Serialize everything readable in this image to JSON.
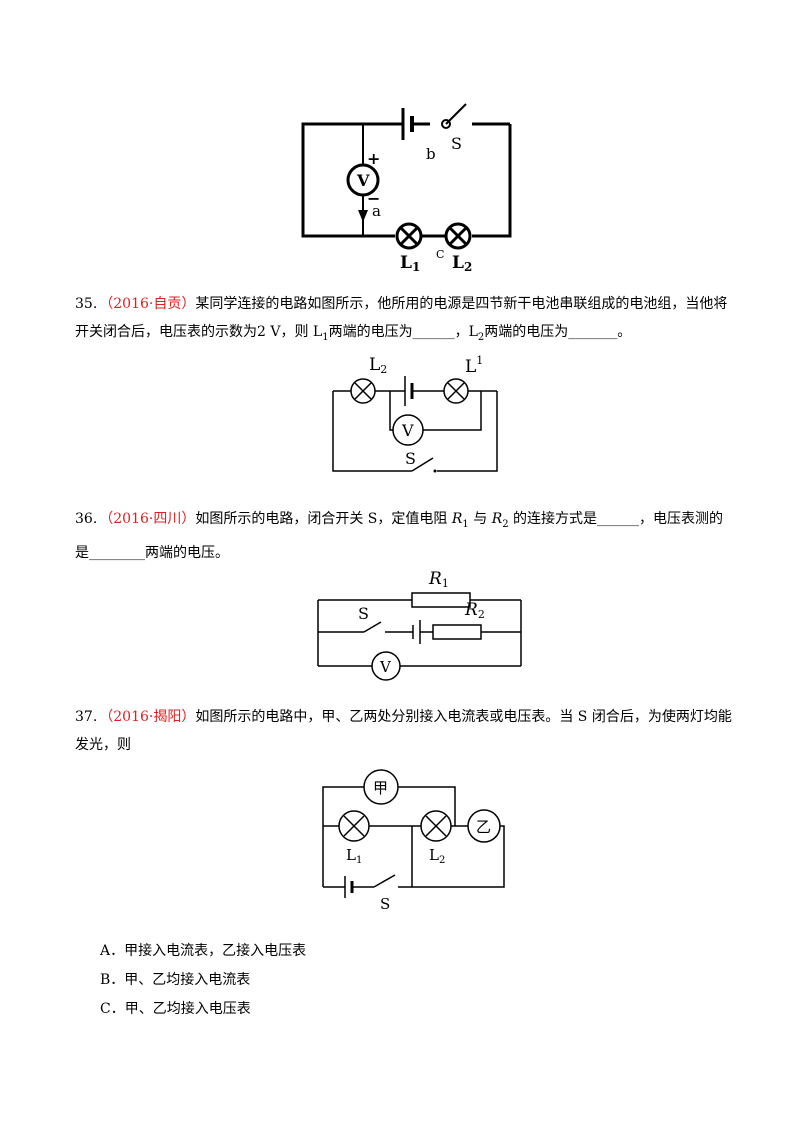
{
  "fig34": {
    "s_label": "S",
    "b_label": "b",
    "a_label": "a",
    "c_label": "C",
    "l1_label": "L",
    "l1_sub": "1",
    "l2_label": "L",
    "l2_sub": "2",
    "v_label": "V",
    "plus": "+",
    "minus": "−"
  },
  "q35": {
    "num": "35.",
    "source": "（2016·自贡）",
    "text1": "某同学连接的电路如图所示，他所用的电源是四节新干电池串联组成的电池组，当他将开关闭合后，电压表的示数为2 V，则 L",
    "sub1": "1",
    "text2": "两端的电压为______，L",
    "sub2": "2",
    "text3": "两端的电压为_______。",
    "fig": {
      "l2": "L",
      "l2_sub": "2",
      "l1": "L",
      "l1_sub": "1",
      "v": "V",
      "s": "S"
    }
  },
  "q36": {
    "num": "36.",
    "source": "（2016·四川）",
    "text1": "如图所示的电路，闭合开关 S，定值电阻 ",
    "r1": "R",
    "r1_sub": "1",
    "text2": " 与 ",
    "r2": "R",
    "r2_sub": "2",
    "text3": " 的连接方式是______，电压表测的是________两端的电压。",
    "fig": {
      "r1": "R",
      "r1_sub": "1",
      "r2": "R",
      "r2_sub": "2",
      "s": "S",
      "v": "V"
    }
  },
  "q37": {
    "num": "37.",
    "source": "（2016·揭阳）",
    "text": "如图所示的电路中，甲、乙两处分别接入电流表或电压表。当 S 闭合后，为使两灯均能发光，则",
    "fig": {
      "jia": "甲",
      "yi": "乙",
      "l1": "L",
      "l1_sub": "1",
      "l2": "L",
      "l2_sub": "2",
      "s": "S"
    },
    "options": [
      "A．甲接入电流表，乙接入电压表",
      "B．甲、乙均接入电流表",
      "C．甲、乙均接入电压表"
    ]
  }
}
